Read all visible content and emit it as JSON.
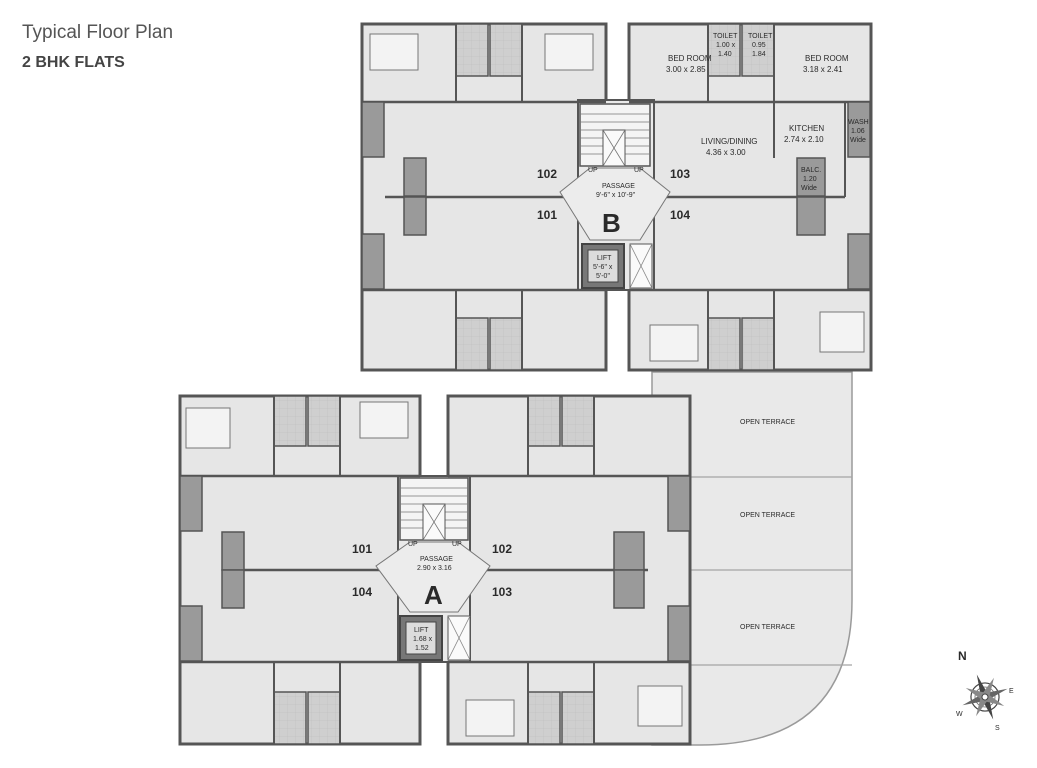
{
  "header": {
    "title": "Typical Floor Plan",
    "subtitle": "2 BHK FLATS"
  },
  "wing_b": {
    "letter": "B",
    "flats": [
      "101",
      "102",
      "103",
      "104"
    ],
    "passage_label": "PASSAGE",
    "passage_size": "9'-6\" x 10'-9\"",
    "lift_label": "LIFT",
    "lift_size_1": "5'-6\" x",
    "lift_size_2": "5'-0\"",
    "stair_up_left": "UP",
    "stair_up_right": "UP",
    "bedroom_left_label": "BED ROOM",
    "bedroom_left_size": "3.00 x 2.85",
    "toilet_left_label": "TOILET",
    "toilet_left_size_1": "1.00 x",
    "toilet_left_size_2": "1.40",
    "toilet_right_label": "TOILET",
    "toilet_right_size_1": "0.95",
    "toilet_right_size_2": "1.84",
    "bedroom_right_label": "BED ROOM",
    "bedroom_right_size": "3.18 x 2.41",
    "living_label": "LIVING/DINING",
    "living_size": "4.36 x 3.00",
    "kitchen_label": "KITCHEN",
    "kitchen_size": "2.74 x 2.10",
    "wash_label": "WASH",
    "wash_size_1": "1.06",
    "wash_size_2": "Wide",
    "balc_label": "BALC.",
    "balc_size_1": "1.20",
    "balc_size_2": "Wide"
  },
  "wing_a": {
    "letter": "A",
    "flats": [
      "101",
      "102",
      "104",
      "103"
    ],
    "passage_label": "PASSAGE",
    "passage_size": "2.90 x 3.16",
    "lift_label": "LIFT",
    "lift_size_1": "1.68 x",
    "lift_size_2": "1.52",
    "stair_up_left": "UP",
    "stair_up_right": "UP"
  },
  "terraces": [
    "OPEN TERRACE",
    "OPEN TERRACE",
    "OPEN TERRACE"
  ],
  "compass": {
    "icon": "compass-rose-icon",
    "n": "N",
    "e": "E",
    "s": "S",
    "w": "W"
  },
  "colors": {
    "wall": "#5a5a5a",
    "floor": "#e6e6e6",
    "balcony": "#9a9a9a",
    "terrace": "#e9e9e9",
    "tile": "#d0d0d0"
  }
}
